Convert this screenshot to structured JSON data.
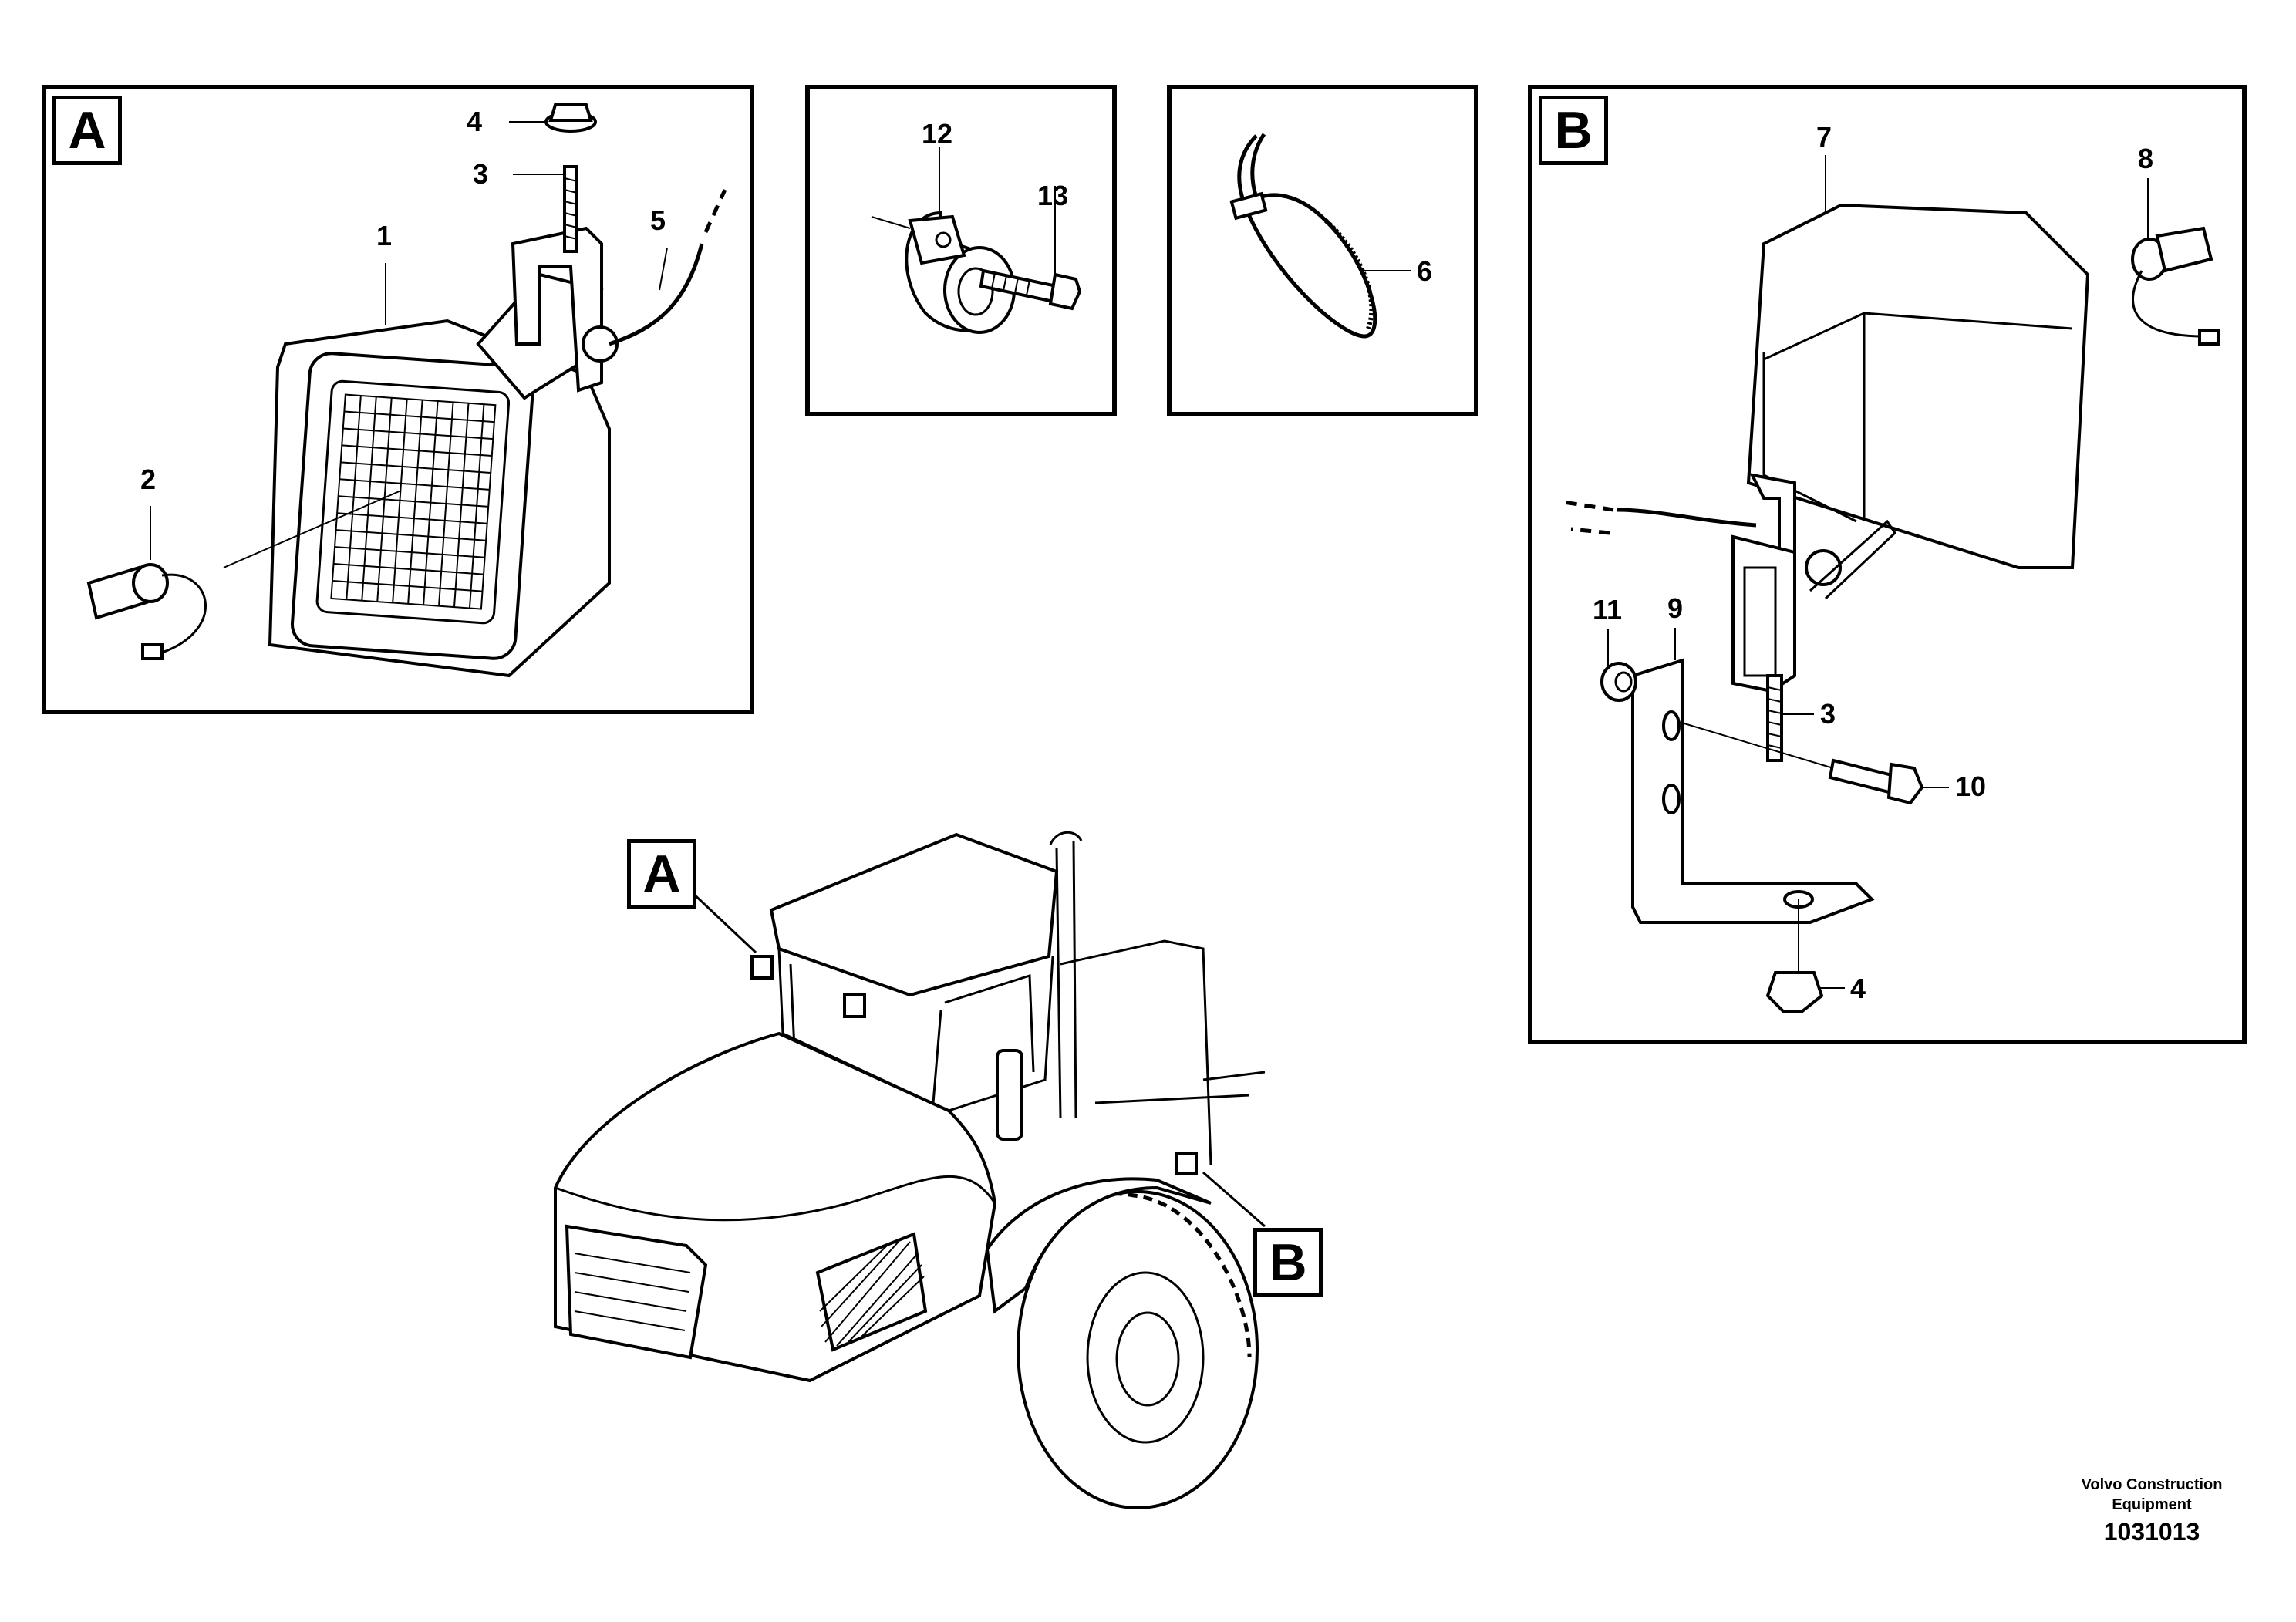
{
  "panels": {
    "a": {
      "tag": "A",
      "callouts": [
        "4",
        "3",
        "1",
        "5",
        "2"
      ]
    },
    "clip": {
      "callouts": [
        "12",
        "13"
      ]
    },
    "tie": {
      "callouts": [
        "6"
      ]
    },
    "b": {
      "tag": "B",
      "callouts": [
        "7",
        "8",
        "11",
        "9",
        "3",
        "10",
        "4"
      ]
    }
  },
  "machine": {
    "tag_a": "A",
    "tag_b": "B"
  },
  "footer": {
    "company_line1": "Volvo Construction",
    "company_line2": "Equipment",
    "drawing_number": "1031013"
  }
}
